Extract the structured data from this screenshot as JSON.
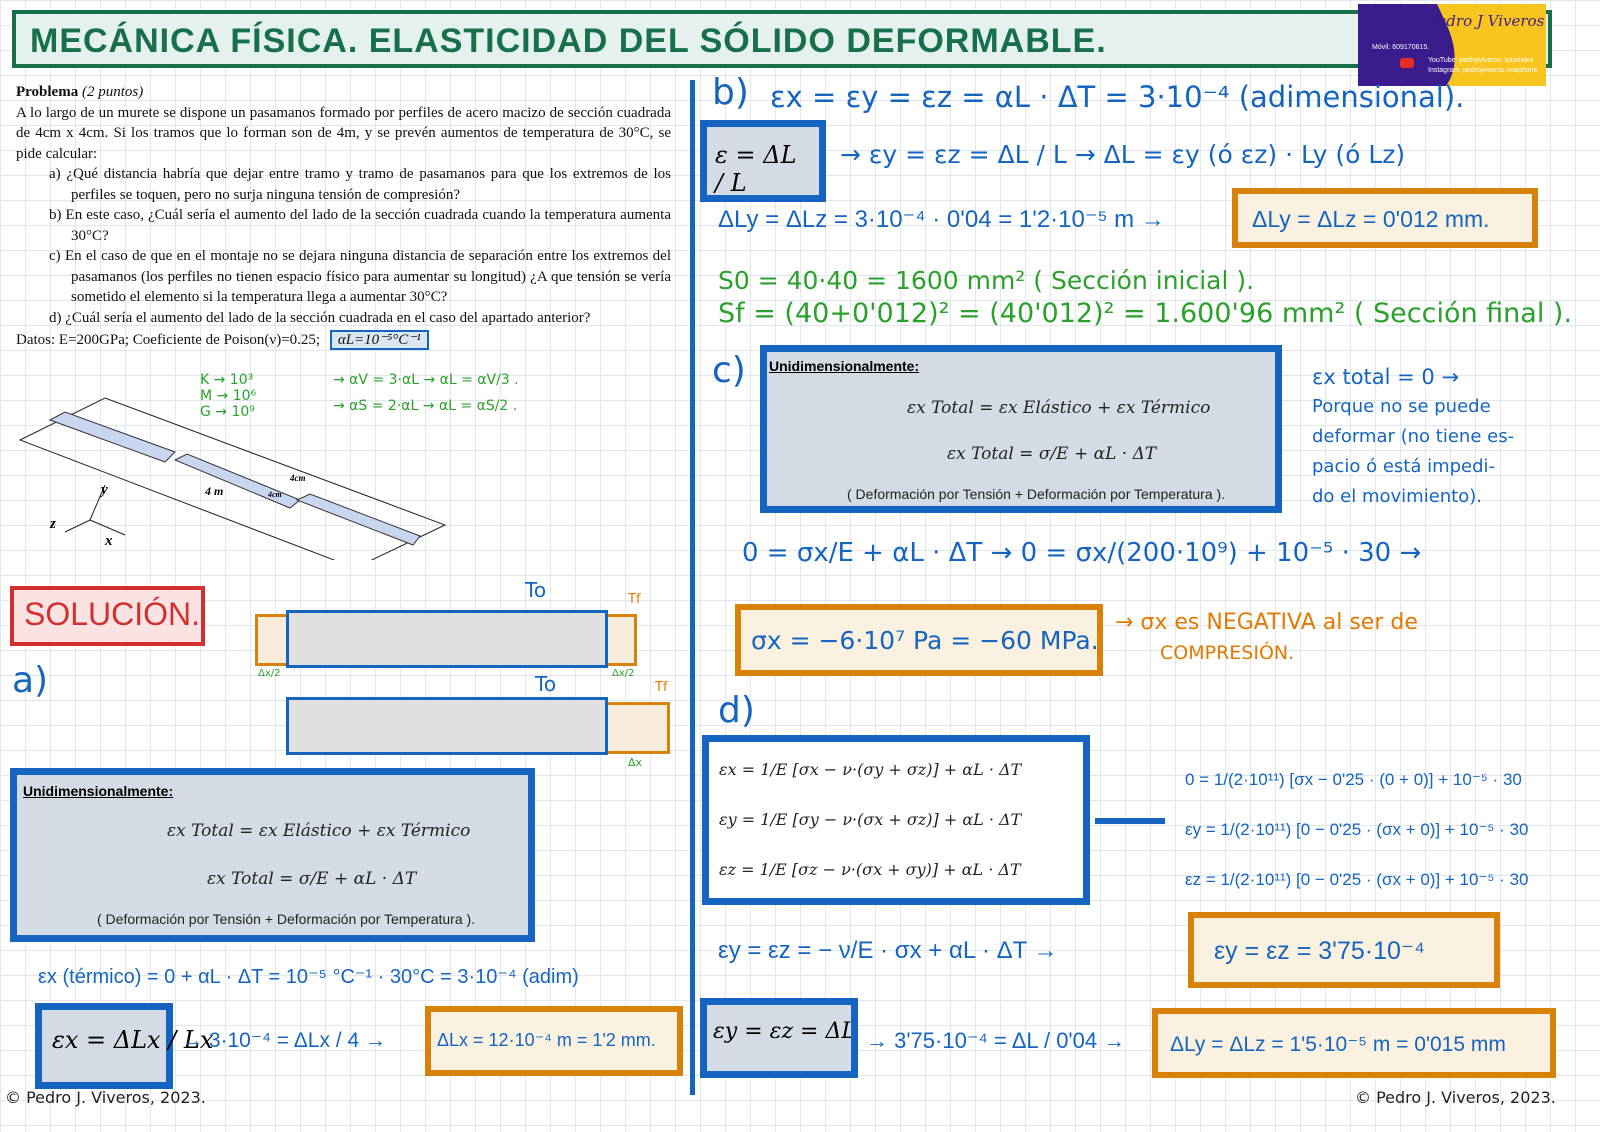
{
  "title": "MECÁNICA FÍSICA.    ELASTICIDAD DEL SÓLIDO DEFORMABLE.",
  "logo": {
    "name": "Pedro J Viveros",
    "phone": "Móvil: 609170615.",
    "youtube": "YouTube: pedrojviveros. tutoriales",
    "instagram": "Instagram: pedrojviveros.uvaphone"
  },
  "problem": {
    "heading": "Problema",
    "points": "(2 puntos)",
    "intro": "A lo largo de un murete se dispone un pasamanos formado por perfiles de acero macizo de sección cuadrada de 4cm x 4cm. Si los tramos que lo forman son de 4m, y se prevén aumentos de temperatura de 30°C, se pide calcular:",
    "items": [
      "a)  ¿Qué distancia habría que dejar entre tramo y tramo de pasamanos para que los extremos de los perfiles se toquen, pero no surja ninguna tensión de compresión?",
      "b)  En este caso, ¿Cuál sería el aumento del lado de la sección cuadrada cuando la temperatura aumenta 30°C?",
      "c)  En el caso de que en el montaje no se dejara ninguna distancia de separación entre los extremos del pasamanos (los perfiles no tienen espacio físico para aumentar su longitud) ¿A que tensión se vería sometido el elemento si la temperatura llega a aumentar 30°C?",
      "d)  ¿Cuál sería el aumento del lado de la sección cuadrada en el caso del apartado anterior?"
    ],
    "datos": "Datos: E=200GPa; Coeficiente de Poison(ν)=0.25;",
    "alpha": "αL=10⁻⁵°C⁻¹"
  },
  "notes": {
    "prefixes": [
      "K → 10³",
      "M → 10⁶",
      "G → 10⁹"
    ],
    "alpha_v": "→ αV = 3·αL → αL = αV/3 .",
    "alpha_s": "→ αS = 2·αL → αL = αS/2 ."
  },
  "figure": {
    "length": "4 m",
    "side1": "4cm",
    "side2": "4cm",
    "axes": [
      "y",
      "z",
      "x"
    ]
  },
  "solucion": "SOLUCIÓN.",
  "a": {
    "label": "a)",
    "t0": "To",
    "tf": "Tf",
    "dx_half": "Δx/2",
    "dx": "Δx",
    "box_title": "Unidimensionalmente:",
    "eq1": "εx Total = εx Elástico + εx Térmico",
    "eq2": "εx Total = σ/E + αL · ΔT",
    "caption": "( Deformación por Tensión  +  Deformación por Temperatura ).",
    "line1": "εx (térmico) = 0 + αL · ΔT = 10⁻⁵ °C⁻¹ · 30°C = 3·10⁻⁴ (adim)",
    "strain_def": "εx = ΔLx / Lx",
    "line2": "→ 3·10⁻⁴ = ΔLx / 4 →",
    "result": "ΔLx = 12·10⁻⁴ m = 1'2 mm."
  },
  "b": {
    "label": "b)",
    "line1": "εx = εy = εz = αL · ΔT = 3·10⁻⁴ (adimensional).",
    "strain_def": "ε = ΔL / L",
    "line2": "→ εy = εz = ΔL / L → ΔL = εy (ó εz) · Ly (ó Lz)",
    "line3": "ΔLy = ΔLz = 3·10⁻⁴ · 0'04 = 1'2·10⁻⁵ m →",
    "result": "ΔLy = ΔLz = 0'012 mm.",
    "s0": "S0 = 40·40 = 1600 mm²  ( Sección inicial ).",
    "sf": "Sf = (40+0'012)² = (40'012)² = 1.600'96 mm²  ( Sección final )."
  },
  "c": {
    "label": "c)",
    "box_title": "Unidimensionalmente:",
    "eq1": "εx Total = εx Elástico + εx Térmico",
    "eq2": "εx Total = σ/E + αL · ΔT",
    "caption": "( Deformación por Tensión  +  Deformación por Temperatura ).",
    "note": [
      "εx total = 0 →",
      "Porque no se puede",
      "deformar (no tiene es-",
      "pacio ó está impedi-",
      "do el movimiento)."
    ],
    "line1": "0 = σx/E + αL · ΔT → 0 = σx/(200·10⁹) + 10⁻⁵ · 30 →",
    "result": "σx = −6·10⁷ Pa = −60 MPa.",
    "comment": [
      "→ σx es NEGATIVA al ser de",
      "COMPRESIÓN."
    ]
  },
  "d": {
    "label": "d)",
    "eqs": [
      "εx = 1/E [σx − ν·(σy + σz)]  +  αL · ΔT",
      "εy = 1/E [σy − ν·(σx + σz)]  +  αL · ΔT",
      "εz = 1/E [σz − ν·(σx + σy)]  +  αL · ΔT"
    ],
    "sub": [
      "0 = 1/(2·10¹¹) [σx − 0'25 · (0 + 0)] + 10⁻⁵ · 30",
      "εy = 1/(2·10¹¹) [0 − 0'25 · (σx + 0)] + 10⁻⁵ · 30",
      "εz = 1/(2·10¹¹) [0 − 0'25 · (σx + 0)] + 10⁻⁵ · 30"
    ],
    "line1": "εy = εz = − ν/E · σx + αL · ΔT  →",
    "result1": "εy = εz = 3'75·10⁻⁴",
    "strain_def": "εy = εz = ΔL / L",
    "line2": "→ 3'75·10⁻⁴ = ΔL / 0'04 →",
    "result2": "ΔLy = ΔLz = 1'5·10⁻⁵ m = 0'015 mm"
  },
  "copyright": "© Pedro J. Viveros, 2023."
}
